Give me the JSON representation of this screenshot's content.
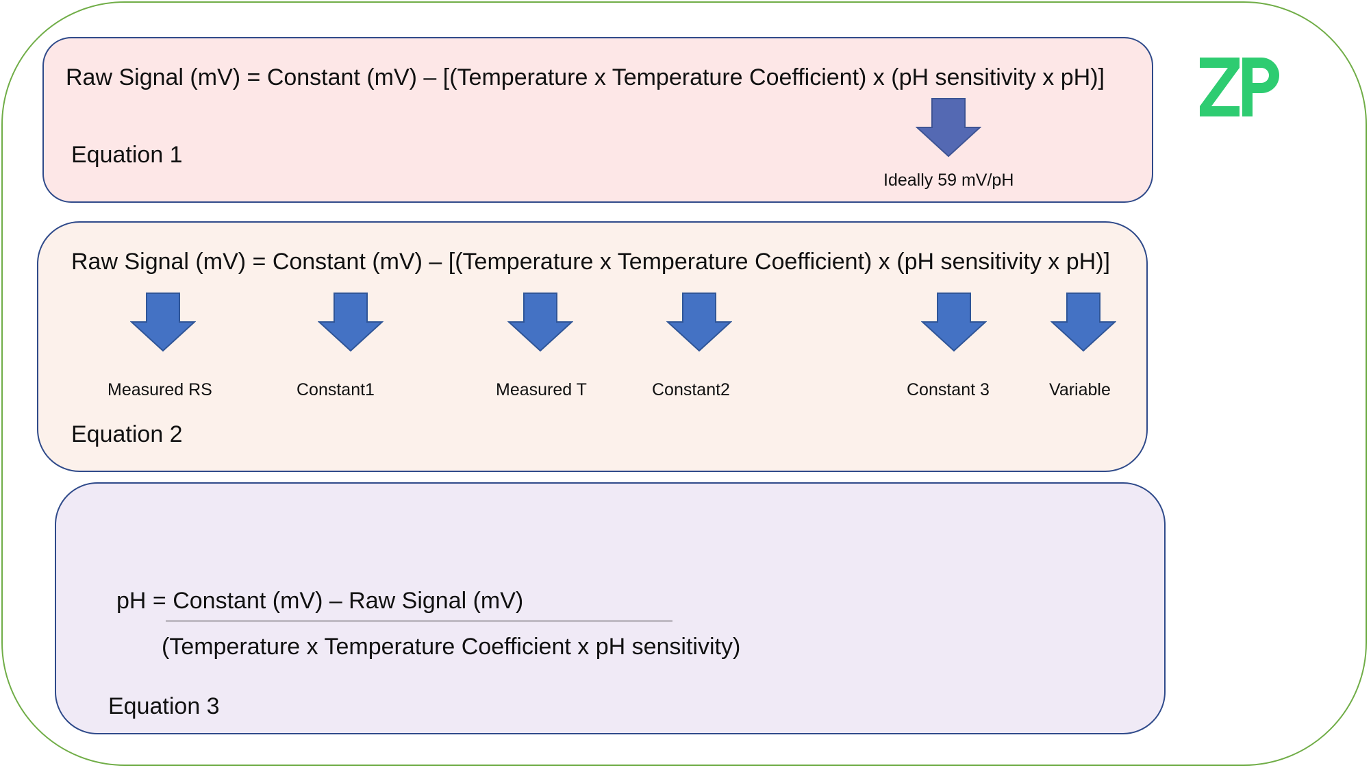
{
  "equation1": {
    "text": "Raw Signal (mV) = Constant (mV) – [(Temperature x Temperature Coefficient) x (pH sensitivity  x pH)]",
    "label": "Equation 1",
    "arrow_note": "Ideally 59 mV/pH"
  },
  "equation2": {
    "text": "Raw Signal (mV) = Constant (mV) – [(Temperature x Temperature Coefficient) x (pH sensitivity  x pH)]",
    "label": "Equation 2",
    "arrow_labels": [
      "Measured RS",
      "Constant1",
      "Measured T",
      "Constant2",
      "Constant 3",
      "Variable"
    ]
  },
  "equation3": {
    "numerator": "pH = Constant (mV) – Raw Signal (mV)",
    "denominator": "(Temperature x Temperature Coefficient x  pH sensitivity)",
    "label": "Equation 3"
  },
  "colors": {
    "frame": "#70ad47",
    "box_border": "#2f4a8a",
    "eq1_fill": "#fde7e7",
    "eq2_fill": "#fcf1eb",
    "eq3_fill": "#f0eaf6",
    "arrow_primary": "#4472c4",
    "arrow_muted": "#5469b3",
    "logo": "#2ecc71"
  },
  "logo": {
    "icon": "zp-logo-icon"
  }
}
